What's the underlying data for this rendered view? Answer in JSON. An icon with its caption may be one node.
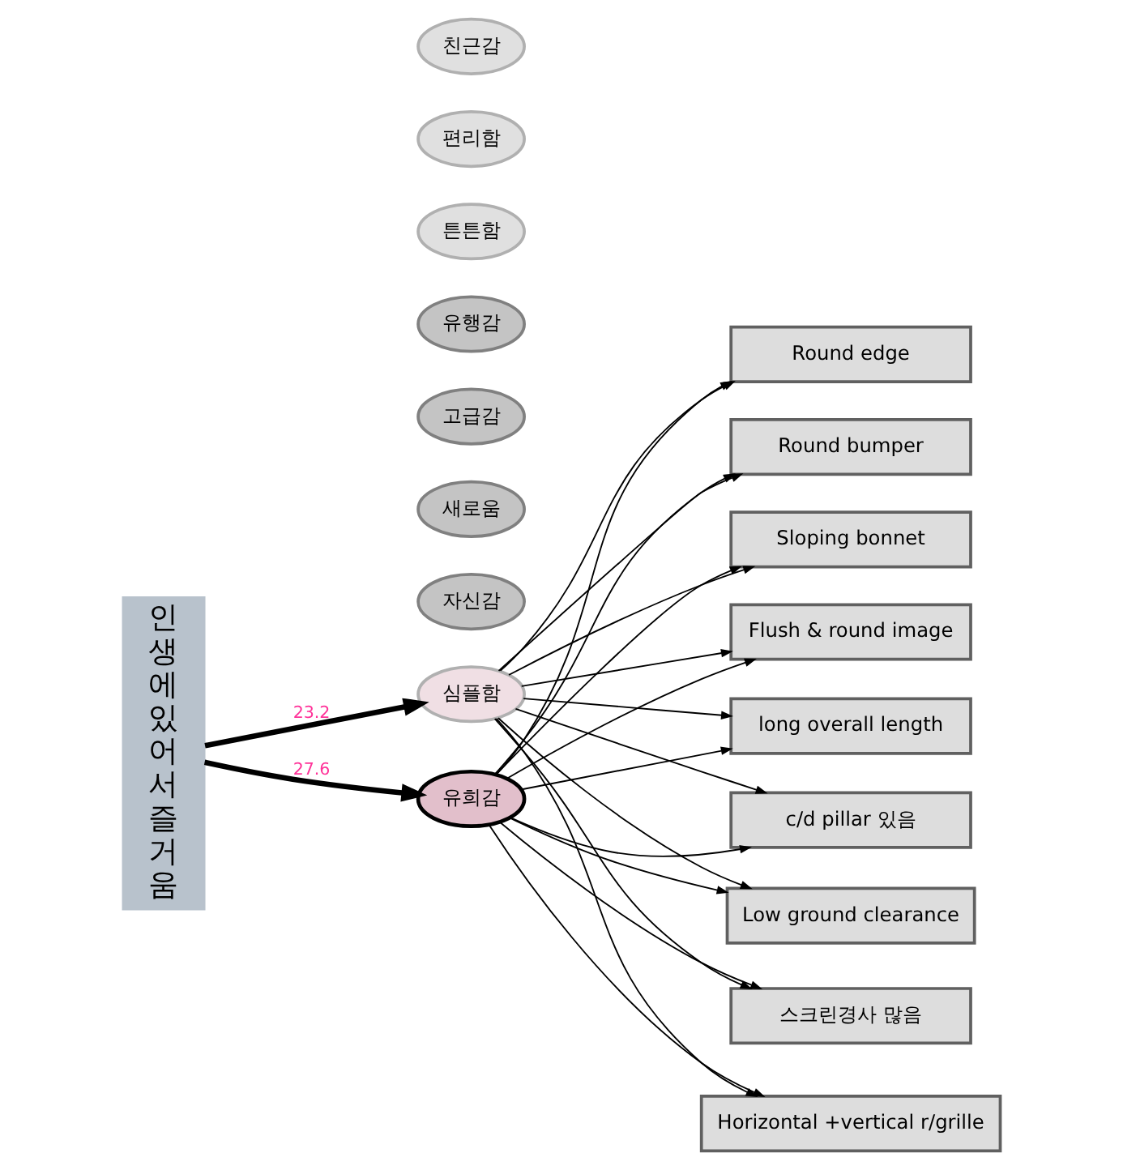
{
  "diagram": {
    "nodes": [
      {
        "text": [
          "인생에있어서즐거움"
        ]
      },
      {
        "text": [
          "친근감"
        ]
      },
      {
        "text": [
          "편리함"
        ]
      },
      {
        "text": [
          "튼튼함"
        ]
      },
      {
        "text": [
          "심플함"
        ]
      },
      {
        "text": [
          "유희감"
        ]
      },
      {
        "text": [
          "유행감"
        ]
      },
      {
        "text": [
          "고급감"
        ]
      },
      {
        "text": [
          "새로움"
        ]
      },
      {
        "text": [
          "자신감"
        ]
      },
      {
        "text": [
          "Round edge"
        ]
      },
      {
        "text": [
          "Round bumper"
        ]
      },
      {
        "text": [
          "Sloping bonnet"
        ]
      },
      {
        "text": [
          "Flush & round image"
        ]
      },
      {
        "text": [
          "long overall length"
        ]
      },
      {
        "text": [
          "c/d pillar 있음"
        ]
      },
      {
        "text": [
          "Low ground clearance"
        ]
      },
      {
        "text": [
          "스크린경사 많음"
        ]
      },
      {
        "text": [
          "Horizontal +vertical r/grille"
        ]
      }
    ],
    "edges": [
      {
        "from": 0,
        "to": 4,
        "arrow": "to",
        "label": "23.2",
        "style": "thick"
      },
      {
        "from": 0,
        "to": 5,
        "arrow": "to",
        "label": "27.6",
        "style": "thick"
      },
      {
        "from": 4,
        "to": 10,
        "arrow": "to"
      },
      {
        "from": 4,
        "to": 11,
        "arrow": "to"
      },
      {
        "from": 4,
        "to": 12,
        "arrow": "to"
      },
      {
        "from": 4,
        "to": 13,
        "arrow": "to"
      },
      {
        "from": 4,
        "to": 14,
        "arrow": "to"
      },
      {
        "from": 4,
        "to": 15,
        "arrow": "to"
      },
      {
        "from": 4,
        "to": 16,
        "arrow": "to"
      },
      {
        "from": 4,
        "to": 17,
        "arrow": "to"
      },
      {
        "from": 4,
        "to": 18,
        "arrow": "to"
      },
      {
        "from": 5,
        "to": 10,
        "arrow": "to"
      },
      {
        "from": 5,
        "to": 11,
        "arrow": "to"
      },
      {
        "from": 5,
        "to": 12,
        "arrow": "to"
      },
      {
        "from": 5,
        "to": 13,
        "arrow": "to"
      },
      {
        "from": 5,
        "to": 14,
        "arrow": "to"
      },
      {
        "from": 5,
        "to": 15,
        "arrow": "to"
      },
      {
        "from": 5,
        "to": 16,
        "arrow": "to"
      },
      {
        "from": 5,
        "to": 17,
        "arrow": "to"
      },
      {
        "from": 5,
        "to": 18,
        "arrow": "to"
      }
    ]
  }
}
